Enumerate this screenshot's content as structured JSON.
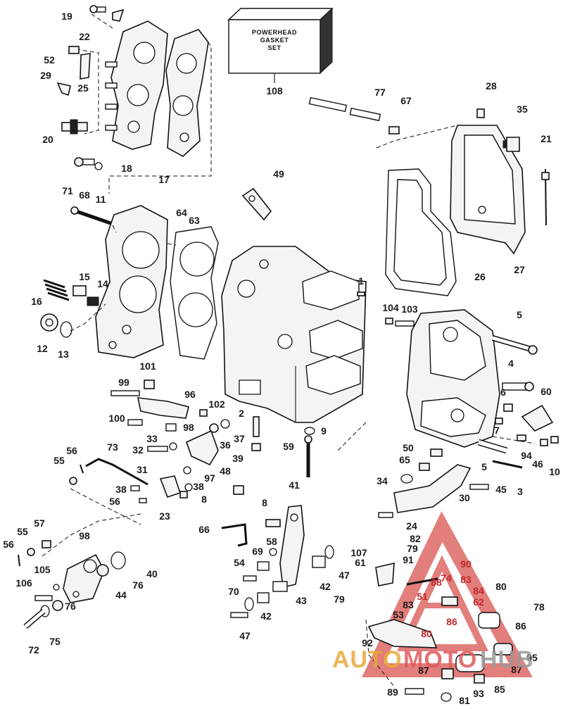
{
  "gasket_box": {
    "lines": [
      "POWERHEAD",
      "GASKET",
      "SET"
    ],
    "callout": "108"
  },
  "callouts": [
    {
      "id": "19"
    },
    {
      "id": "22"
    },
    {
      "id": "52"
    },
    {
      "id": "29"
    },
    {
      "id": "25"
    },
    {
      "id": "20"
    },
    {
      "id": "18"
    },
    {
      "id": "17"
    },
    {
      "id": "71"
    },
    {
      "id": "68"
    },
    {
      "id": "11"
    },
    {
      "id": "64"
    },
    {
      "id": "63"
    },
    {
      "id": "16"
    },
    {
      "id": "15"
    },
    {
      "id": "14"
    },
    {
      "id": "12"
    },
    {
      "id": "13"
    },
    {
      "id": "49"
    },
    {
      "id": "77"
    },
    {
      "id": "67"
    },
    {
      "id": "28"
    },
    {
      "id": "35"
    },
    {
      "id": "21"
    },
    {
      "id": "26"
    },
    {
      "id": "27"
    },
    {
      "id": "1"
    },
    {
      "id": "104"
    },
    {
      "id": "103"
    },
    {
      "id": "5"
    },
    {
      "id": "4"
    },
    {
      "id": "6"
    },
    {
      "id": "60"
    },
    {
      "id": "7"
    },
    {
      "id": "94"
    },
    {
      "id": "46"
    },
    {
      "id": "10"
    },
    {
      "id": "50"
    },
    {
      "id": "65"
    },
    {
      "id": "5b"
    },
    {
      "id": "3"
    },
    {
      "id": "34"
    },
    {
      "id": "45"
    },
    {
      "id": "30"
    },
    {
      "id": "24"
    },
    {
      "id": "101"
    },
    {
      "id": "99"
    },
    {
      "id": "96"
    },
    {
      "id": "102"
    },
    {
      "id": "2"
    },
    {
      "id": "100"
    },
    {
      "id": "98"
    },
    {
      "id": "33"
    },
    {
      "id": "36"
    },
    {
      "id": "37"
    },
    {
      "id": "9"
    },
    {
      "id": "32"
    },
    {
      "id": "59"
    },
    {
      "id": "39"
    },
    {
      "id": "48"
    },
    {
      "id": "56"
    },
    {
      "id": "55"
    },
    {
      "id": "73"
    },
    {
      "id": "31"
    },
    {
      "id": "97"
    },
    {
      "id": "38"
    },
    {
      "id": "38b"
    },
    {
      "id": "56b"
    },
    {
      "id": "23"
    },
    {
      "id": "41"
    },
    {
      "id": "8"
    },
    {
      "id": "8b"
    },
    {
      "id": "66"
    },
    {
      "id": "58"
    },
    {
      "id": "69"
    },
    {
      "id": "57"
    },
    {
      "id": "55b"
    },
    {
      "id": "56c"
    },
    {
      "id": "98b"
    },
    {
      "id": "54"
    },
    {
      "id": "40"
    },
    {
      "id": "105"
    },
    {
      "id": "76"
    },
    {
      "id": "44"
    },
    {
      "id": "106"
    },
    {
      "id": "76b"
    },
    {
      "id": "72"
    },
    {
      "id": "75"
    },
    {
      "id": "70"
    },
    {
      "id": "42"
    },
    {
      "id": "47"
    },
    {
      "id": "42b"
    },
    {
      "id": "43"
    },
    {
      "id": "47b"
    },
    {
      "id": "107"
    },
    {
      "id": "61"
    },
    {
      "id": "82"
    },
    {
      "id": "79"
    },
    {
      "id": "91"
    },
    {
      "id": "90"
    },
    {
      "id": "74"
    },
    {
      "id": "88"
    },
    {
      "id": "83"
    },
    {
      "id": "84"
    },
    {
      "id": "51"
    },
    {
      "id": "62"
    },
    {
      "id": "80"
    },
    {
      "id": "79b"
    },
    {
      "id": "83b"
    },
    {
      "id": "53"
    },
    {
      "id": "78"
    },
    {
      "id": "86"
    },
    {
      "id": "86b"
    },
    {
      "id": "80b"
    },
    {
      "id": "92"
    },
    {
      "id": "95"
    },
    {
      "id": "87"
    },
    {
      "id": "87b"
    },
    {
      "id": "93"
    },
    {
      "id": "85"
    },
    {
      "id": "89"
    },
    {
      "id": "81"
    }
  ],
  "labels": {
    "19": "19",
    "22": "22",
    "52": "52",
    "29": "29",
    "25": "25",
    "20": "20",
    "18": "18",
    "17": "17",
    "71": "71",
    "68": "68",
    "11": "11",
    "64": "64",
    "63": "63",
    "16": "16",
    "15": "15",
    "14": "14",
    "12": "12",
    "13": "13",
    "49": "49",
    "77": "77",
    "67": "67",
    "28": "28",
    "35": "35",
    "21": "21",
    "26": "26",
    "27": "27",
    "1": "1",
    "104": "104",
    "103": "103",
    "5": "5",
    "4": "4",
    "6": "6",
    "60": "60",
    "7": "7",
    "94": "94",
    "46": "46",
    "10": "10",
    "50": "50",
    "65": "65",
    "5b": "5",
    "3": "3",
    "34": "34",
    "45": "45",
    "30": "30",
    "24": "24",
    "101": "101",
    "99": "99",
    "96": "96",
    "102": "102",
    "2": "2",
    "100": "100",
    "98": "98",
    "33": "33",
    "36": "36",
    "37": "37",
    "9": "9",
    "32": "32",
    "59": "59",
    "39": "39",
    "48": "48",
    "56": "56",
    "55": "55",
    "73": "73",
    "31": "31",
    "97": "97",
    "38": "38",
    "38b": "38",
    "56b": "56",
    "23": "23",
    "41": "41",
    "8": "8",
    "8b": "8",
    "66": "66",
    "58": "58",
    "69": "69",
    "57": "57",
    "55b": "55",
    "56c": "56",
    "98b": "98",
    "54": "54",
    "40": "40",
    "105": "105",
    "76": "76",
    "44": "44",
    "106": "106",
    "76b": "76",
    "72": "72",
    "75": "75",
    "70": "70",
    "42": "42",
    "47": "47",
    "42b": "42",
    "43": "43",
    "47b": "47",
    "107": "107",
    "61": "61",
    "82": "82",
    "79": "79",
    "91": "91",
    "90": "90",
    "74": "74",
    "88": "88",
    "83": "83",
    "84": "84",
    "51": "51",
    "62": "62",
    "80": "80",
    "79b": "79",
    "83b": "83",
    "53": "53",
    "78": "78",
    "86": "86",
    "86b": "86",
    "80b": "80",
    "92": "92",
    "95": "95",
    "87": "87",
    "87b": "87",
    "93": "93",
    "85": "85",
    "89": "89",
    "81": "81"
  },
  "watermark": {
    "text_a": "AUTO",
    "text_b": "MOTO",
    "text_c": "HUB",
    "color_a": "#e8a93a",
    "color_b": "#e05a5a",
    "color_c": "#9a9a9a",
    "triangle_color": "#d9534f"
  }
}
